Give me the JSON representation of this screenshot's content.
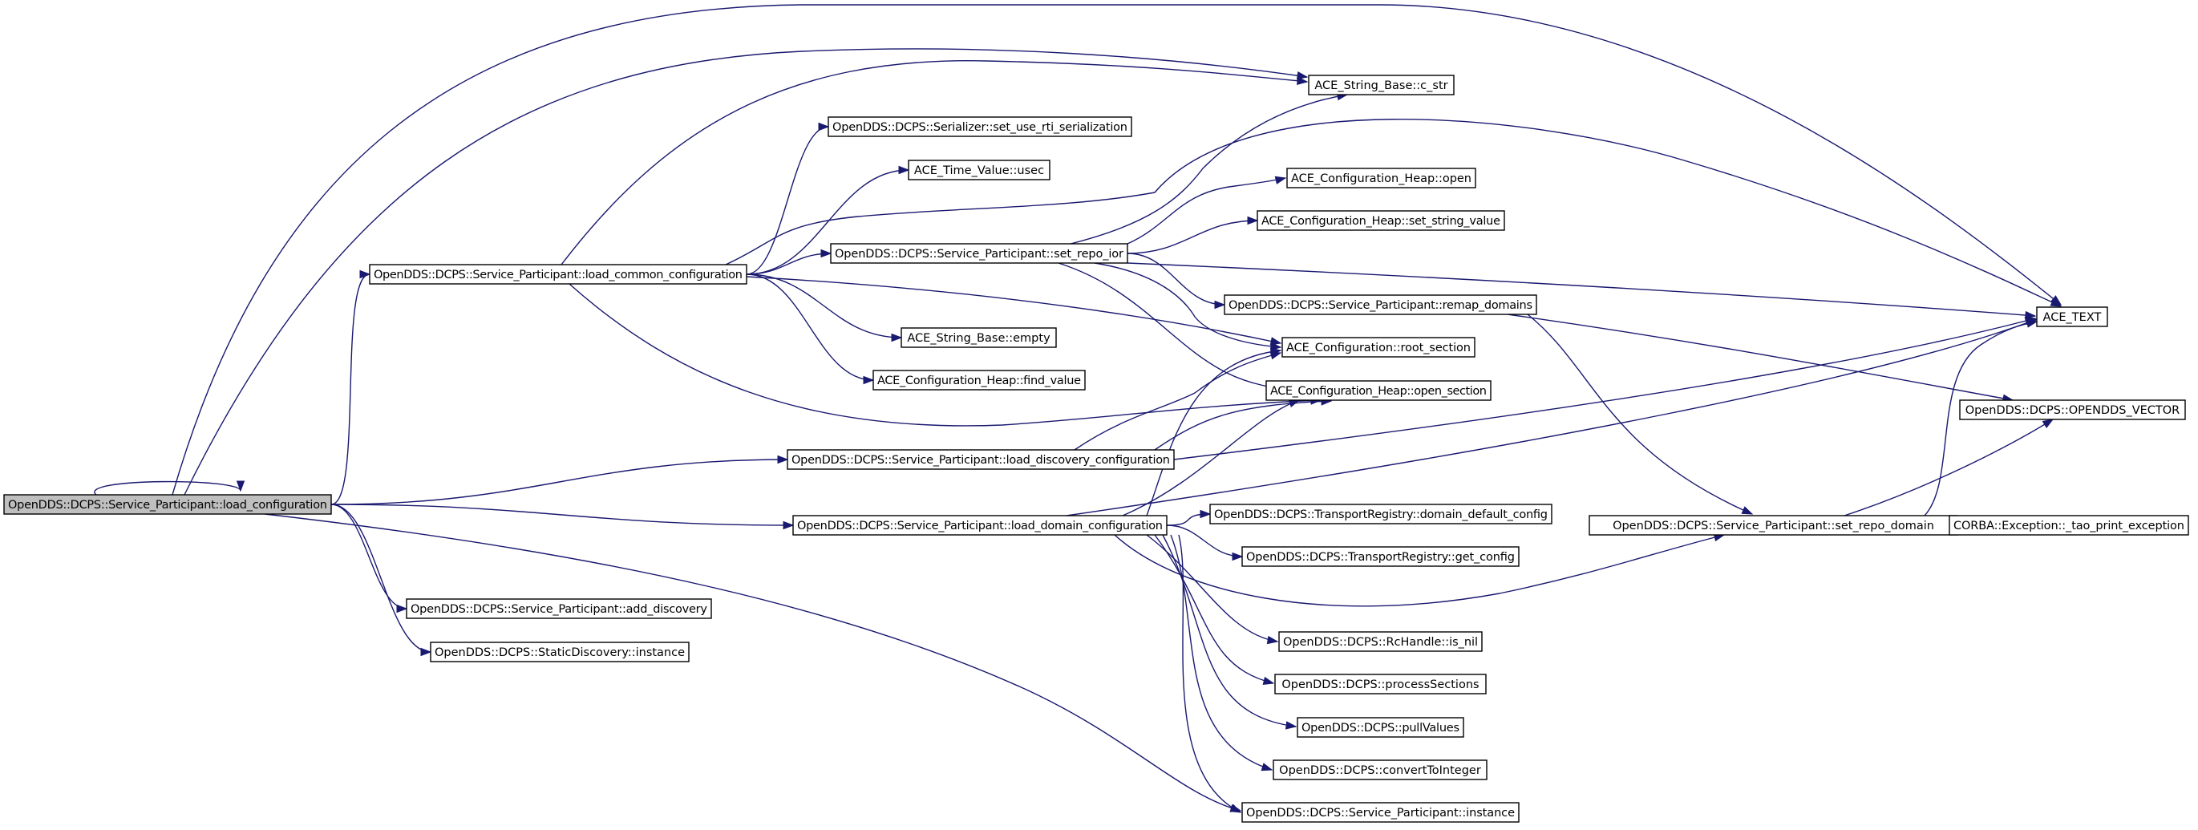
{
  "nodes": {
    "load_configuration": "OpenDDS::DCPS::Service_Participant::load_configuration",
    "load_common_configuration": "OpenDDS::DCPS::Service_Participant::load_common_configuration",
    "load_discovery_configuration": "OpenDDS::DCPS::Service_Participant::load_discovery_configuration",
    "load_domain_configuration": "OpenDDS::DCPS::Service_Participant::load_domain_configuration",
    "add_discovery": "OpenDDS::DCPS::Service_Participant::add_discovery",
    "static_discovery_instance": "OpenDDS::DCPS::StaticDiscovery::instance",
    "c_str": "ACE_String_Base::c_str",
    "set_use_rti_serialization": "OpenDDS::DCPS::Serializer::set_use_rti_serialization",
    "usec": "ACE_Time_Value::usec",
    "set_repo_ior": "OpenDDS::DCPS::Service_Participant::set_repo_ior",
    "empty": "ACE_String_Base::empty",
    "find_value": "ACE_Configuration_Heap::find_value",
    "heap_open": "ACE_Configuration_Heap::open",
    "set_string_value": "ACE_Configuration_Heap::set_string_value",
    "remap_domains": "OpenDDS::DCPS::Service_Participant::remap_domains",
    "root_section": "ACE_Configuration::root_section",
    "open_section": "ACE_Configuration_Heap::open_section",
    "domain_default_config": "OpenDDS::DCPS::TransportRegistry::domain_default_config",
    "get_config": "OpenDDS::DCPS::TransportRegistry::get_config",
    "is_nil": "OpenDDS::DCPS::RcHandle::is_nil",
    "processSections": "OpenDDS::DCPS::processSections",
    "pullValues": "OpenDDS::DCPS::pullValues",
    "convertToInteger": "OpenDDS::DCPS::convertToInteger",
    "sp_instance": "OpenDDS::DCPS::Service_Participant::instance",
    "set_repo_domain": "OpenDDS::DCPS::Service_Participant::set_repo_domain",
    "ace_text": "ACE_TEXT",
    "opendds_vector": "OpenDDS::DCPS::OPENDDS_VECTOR",
    "tao_print_exception": "CORBA::Exception::_tao_print_exception"
  },
  "edges": [
    [
      "load_configuration",
      "load_configuration"
    ],
    [
      "load_configuration",
      "ace_text"
    ],
    [
      "load_configuration",
      "c_str"
    ],
    [
      "load_configuration",
      "load_common_configuration"
    ],
    [
      "load_configuration",
      "load_discovery_configuration"
    ],
    [
      "load_configuration",
      "load_domain_configuration"
    ],
    [
      "load_configuration",
      "add_discovery"
    ],
    [
      "load_configuration",
      "static_discovery_instance"
    ],
    [
      "load_configuration",
      "sp_instance"
    ],
    [
      "load_common_configuration",
      "c_str"
    ],
    [
      "load_common_configuration",
      "set_use_rti_serialization"
    ],
    [
      "load_common_configuration",
      "usec"
    ],
    [
      "load_common_configuration",
      "set_repo_ior"
    ],
    [
      "load_common_configuration",
      "ace_text"
    ],
    [
      "load_common_configuration",
      "root_section"
    ],
    [
      "load_common_configuration",
      "empty"
    ],
    [
      "load_common_configuration",
      "find_value"
    ],
    [
      "load_common_configuration",
      "open_section"
    ],
    [
      "set_repo_ior",
      "c_str"
    ],
    [
      "set_repo_ior",
      "heap_open"
    ],
    [
      "set_repo_ior",
      "set_string_value"
    ],
    [
      "set_repo_ior",
      "remap_domains"
    ],
    [
      "set_repo_ior",
      "ace_text"
    ],
    [
      "set_repo_ior",
      "root_section"
    ],
    [
      "set_repo_ior",
      "open_section"
    ],
    [
      "remap_domains",
      "opendds_vector"
    ],
    [
      "remap_domains",
      "set_repo_domain"
    ],
    [
      "load_discovery_configuration",
      "root_section"
    ],
    [
      "load_discovery_configuration",
      "open_section"
    ],
    [
      "load_discovery_configuration",
      "ace_text"
    ],
    [
      "load_domain_configuration",
      "root_section"
    ],
    [
      "load_domain_configuration",
      "open_section"
    ],
    [
      "load_domain_configuration",
      "ace_text"
    ],
    [
      "load_domain_configuration",
      "domain_default_config"
    ],
    [
      "load_domain_configuration",
      "get_config"
    ],
    [
      "load_domain_configuration",
      "set_repo_domain"
    ],
    [
      "load_domain_configuration",
      "is_nil"
    ],
    [
      "load_domain_configuration",
      "processSections"
    ],
    [
      "load_domain_configuration",
      "pullValues"
    ],
    [
      "load_domain_configuration",
      "convertToInteger"
    ],
    [
      "load_domain_configuration",
      "sp_instance"
    ],
    [
      "set_repo_domain",
      "tao_print_exception"
    ],
    [
      "set_repo_domain",
      "ace_text"
    ],
    [
      "set_repo_domain",
      "opendds_vector"
    ]
  ]
}
